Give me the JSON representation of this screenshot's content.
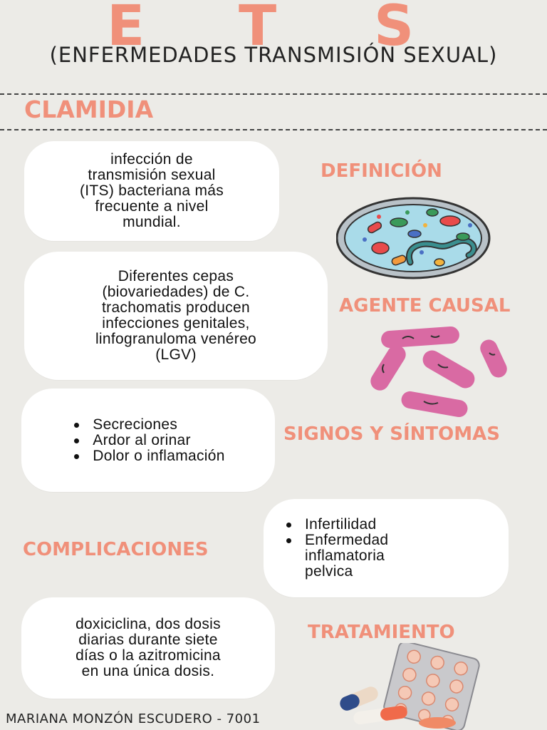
{
  "header": {
    "letters": [
      "E",
      "T",
      "S"
    ],
    "subtitle": "(ENFERMEDADES  TRANSMISIÓN SEXUAL)",
    "section": "CLAMIDIA"
  },
  "definicion": {
    "label": "DEFINICIÓN",
    "lines": [
      "infección de",
      "transmisión sexual",
      "(ITS) bacteriana más",
      "frecuente a nivel",
      "mundial."
    ]
  },
  "agente": {
    "label": "AGENTE CAUSAL",
    "lines": [
      "Diferentes cepas",
      "(biovariedades) de C.",
      "trachomatis producen",
      "infecciones genitales,",
      "linfogranuloma venéreo",
      "(LGV)"
    ]
  },
  "signos": {
    "label": "SIGNOS Y SÍNTOMAS",
    "items": [
      "Secreciones",
      "Ardor al orinar",
      "Dolor o inflamación"
    ]
  },
  "complicaciones": {
    "label": "COMPLICACIONES",
    "items": [
      "Infertilidad",
      "Enfermedad inflamatoria pelvica"
    ]
  },
  "tratamiento": {
    "label": "TRATAMIENTO",
    "lines": [
      "doxiciclina, dos dosis",
      "diarias durante siete",
      "días o la azitromicina",
      "en una única dosis."
    ]
  },
  "footer": "MARIANA MONZÓN ESCUDERO - 7001",
  "colors": {
    "accent": "#f0907a",
    "background": "#ecebe7",
    "card": "#ffffff",
    "bacteria": "#d96aa3"
  }
}
